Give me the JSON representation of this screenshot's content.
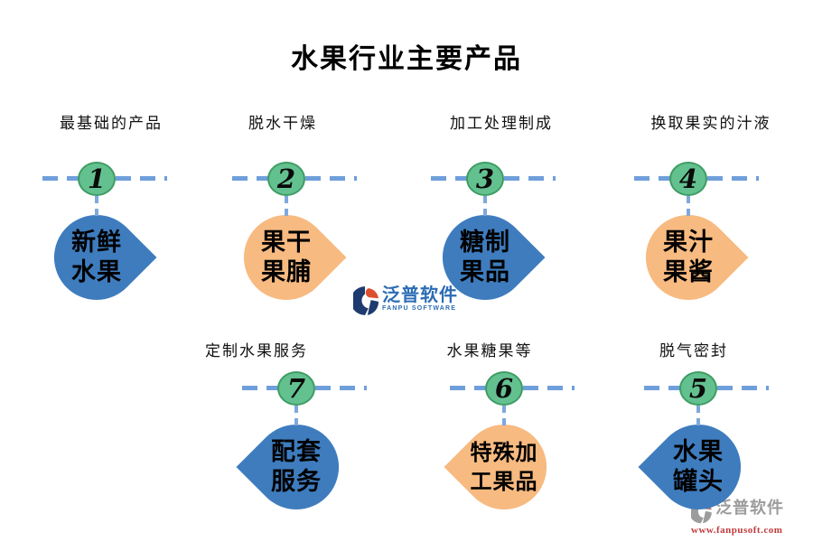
{
  "title": "水果行业主要产品",
  "items": [
    {
      "num": "1",
      "label": "最基础的产品",
      "line1": "新鲜",
      "line2": "水果",
      "color": "blue",
      "point": "right"
    },
    {
      "num": "2",
      "label": "脱水干燥",
      "line1": "果干",
      "line2": "果脯",
      "color": "orange",
      "point": "right"
    },
    {
      "num": "3",
      "label": "加工处理制成",
      "line1": "糖制",
      "line2": "果品",
      "color": "blue",
      "point": "right"
    },
    {
      "num": "4",
      "label": "换取果实的汁液",
      "line1": "果汁",
      "line2": "果酱",
      "color": "orange",
      "point": "right"
    },
    {
      "num": "7",
      "label": "定制水果服务",
      "line1": "配套",
      "line2": "服务",
      "color": "blue",
      "point": "left"
    },
    {
      "num": "6",
      "label": "水果糖果等",
      "line1": "特殊加",
      "line2": "工果品",
      "color": "orange",
      "point": "left"
    },
    {
      "num": "5",
      "label": "脱气密封",
      "line1": "水果",
      "line2": "罐头",
      "color": "blue",
      "point": "left"
    }
  ],
  "center_logo": {
    "name": "泛普软件",
    "sub": "FANPU SOFTWARE"
  },
  "footer_logo": {
    "name": "泛普软件",
    "url": "www.fanpusoft.com"
  },
  "colors": {
    "drop_blue": "#3e7cbe",
    "drop_orange": "#f7ba80",
    "circle_green": "#63c190",
    "circle_border": "#3e9c63",
    "dash_blue": "#6f9fdb",
    "logo_blue": "#2c6cb5",
    "logo_navy": "#1e3a6e",
    "logo_red_orange": "#dd4f2e",
    "footer_gray": "#9c9c9c",
    "footer_red": "#c13b3c",
    "text": "#000000",
    "background": "#ffffff"
  }
}
